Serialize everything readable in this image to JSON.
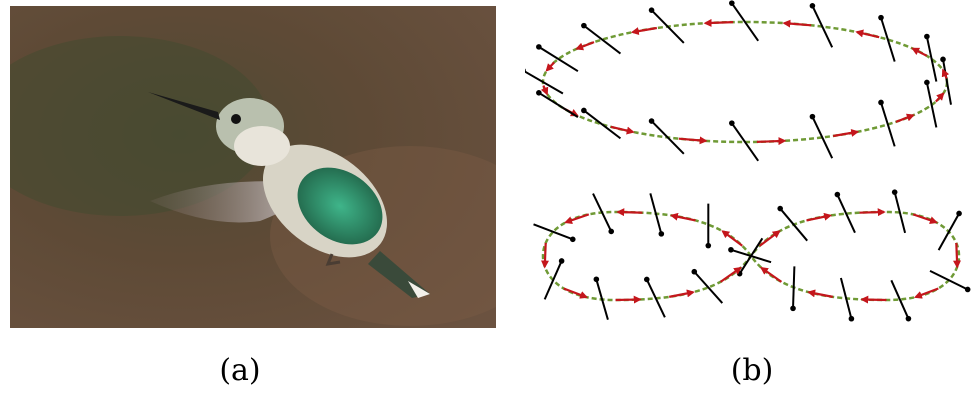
{
  "captions": {
    "a": "(a)",
    "b": "(b)"
  },
  "colors": {
    "photo_background": "#5b4634",
    "bird_body": "#d8d4c6",
    "bird_feathers": "#2f8a63",
    "path_dashed": "#6f9a35",
    "arrow_red": "#c4161c",
    "wing_stroke": "#000000"
  },
  "diagram": {
    "top": {
      "shape": "ellipse",
      "wing_count": 16
    },
    "bottom": {
      "shape": "figure-eight",
      "wing_count": 18
    }
  }
}
